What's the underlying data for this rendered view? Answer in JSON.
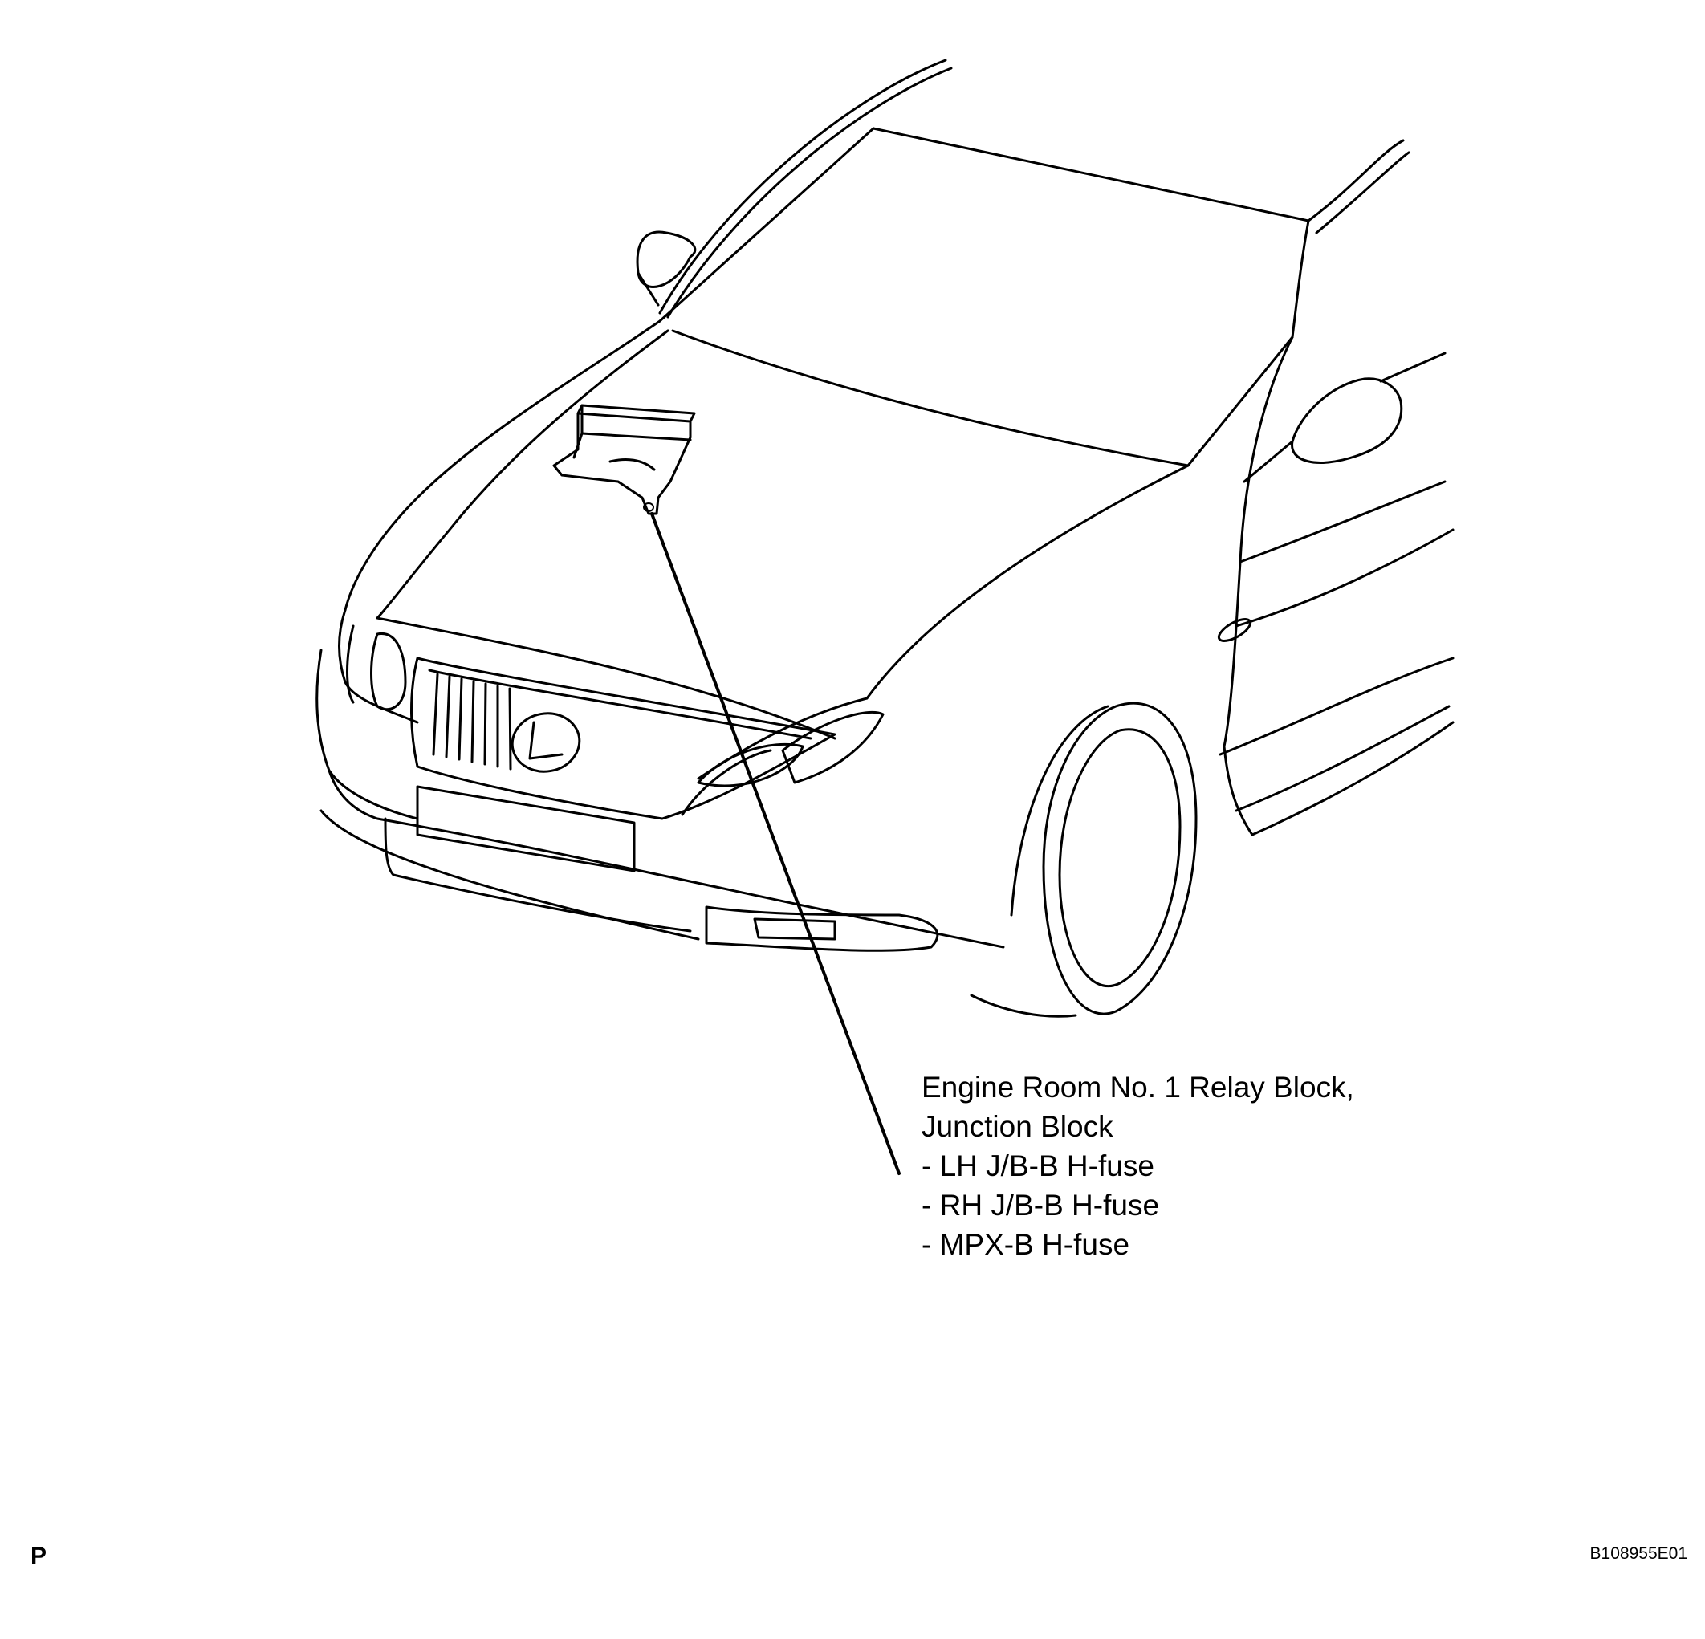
{
  "callout": {
    "title_line1": "Engine Room No. 1 Relay Block,",
    "title_line2": "Junction Block",
    "items": [
      "- LH J/B-B H-fuse",
      "- RH J/B-B H-fuse",
      "- MPX-B H-fuse"
    ]
  },
  "corner_left": "P",
  "figure_code": "B108955E01",
  "colors": {
    "line": "#000000",
    "background": "#ffffff"
  }
}
